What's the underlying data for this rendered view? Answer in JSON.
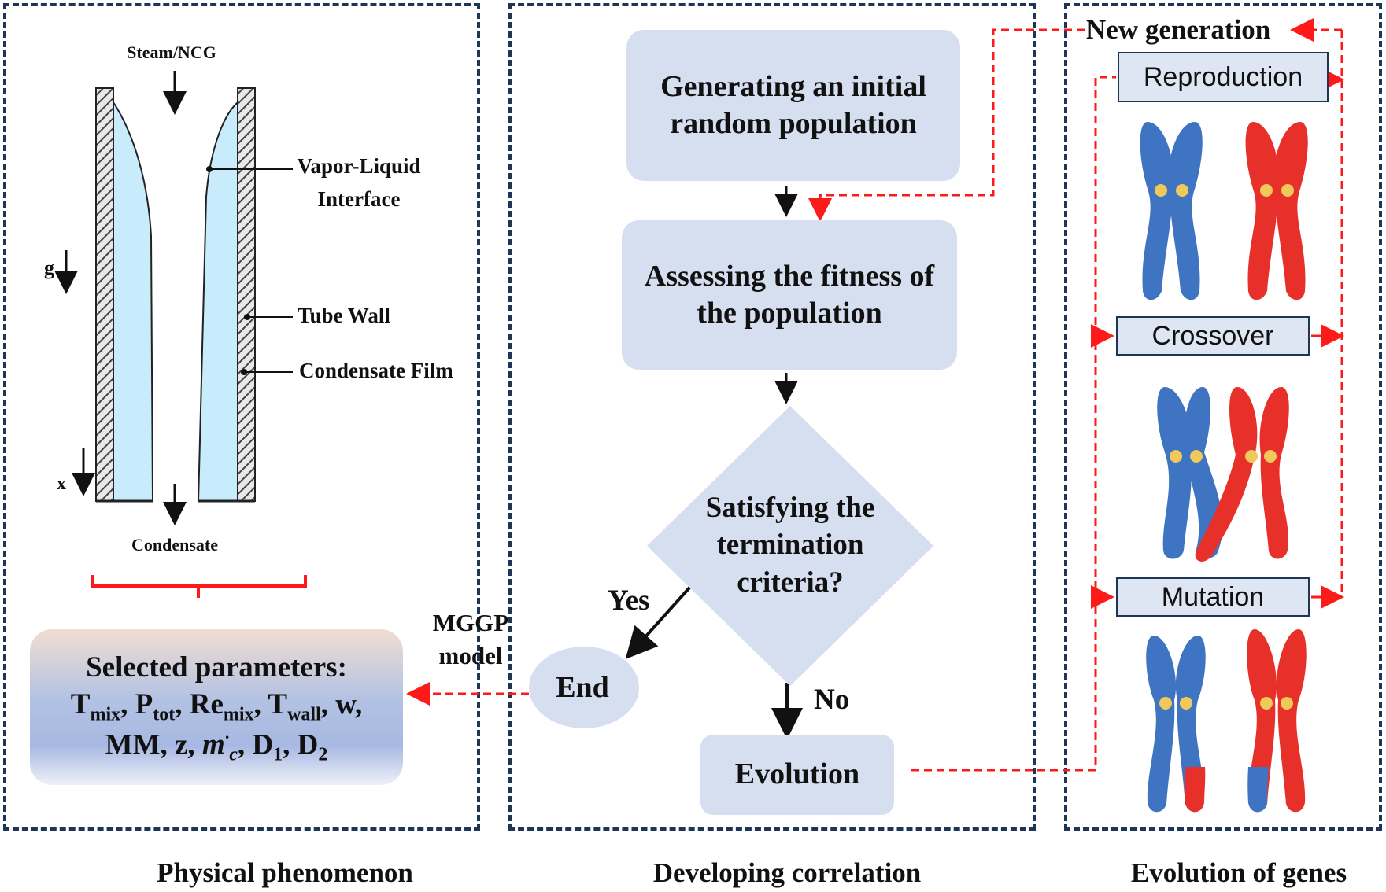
{
  "panels": {
    "physical": {
      "caption": "Physical phenomenon"
    },
    "correlation": {
      "caption": "Developing correlation"
    },
    "genes": {
      "caption": "Evolution of genes"
    }
  },
  "tube": {
    "steam_label": "Steam/NCG",
    "condensate_label": "Condensate",
    "g_label": "g",
    "x_label": "x",
    "interface_label_1": "Vapor-Liquid",
    "interface_label_2": "Interface",
    "wall_label": "Tube Wall",
    "film_label": "Condensate Film"
  },
  "selected": {
    "title": "Selected parameters:",
    "line2": {
      "T": "T",
      "mix": "mix",
      "P": "P",
      "tot": "tot",
      "Re": "Re",
      "mix2": "mix",
      "T2": "T",
      "wall": "wall",
      "w": "w,"
    },
    "line3": {
      "MM": "MM, z,",
      "mc": "m",
      "mc_sub": "c",
      "mc_dot": "·",
      "D1": "D",
      "one": "1",
      "D2": "D",
      "two": "2"
    }
  },
  "mggp": {
    "line1": "MGGP",
    "line2": "model"
  },
  "flow": {
    "initial": "Generating an initial random population",
    "fitness": "Assessing the fitness of the population",
    "termination": "Satisfying the termination criteria?",
    "yes": "Yes",
    "no": "No",
    "end": "End",
    "evolution": "Evolution"
  },
  "genes": {
    "new_generation": "New generation",
    "reproduction": "Reproduction",
    "crossover": "Crossover",
    "mutation": "Mutation"
  },
  "colors": {
    "panel_border": "#1f3556",
    "box_fill": "#d6dff0",
    "dashed_arrow": "#ff1a1a",
    "chromo_blue": "#3e74c2",
    "chromo_red": "#e8302a",
    "centromere": "#f1c85a",
    "film": "#c8ecfb"
  }
}
